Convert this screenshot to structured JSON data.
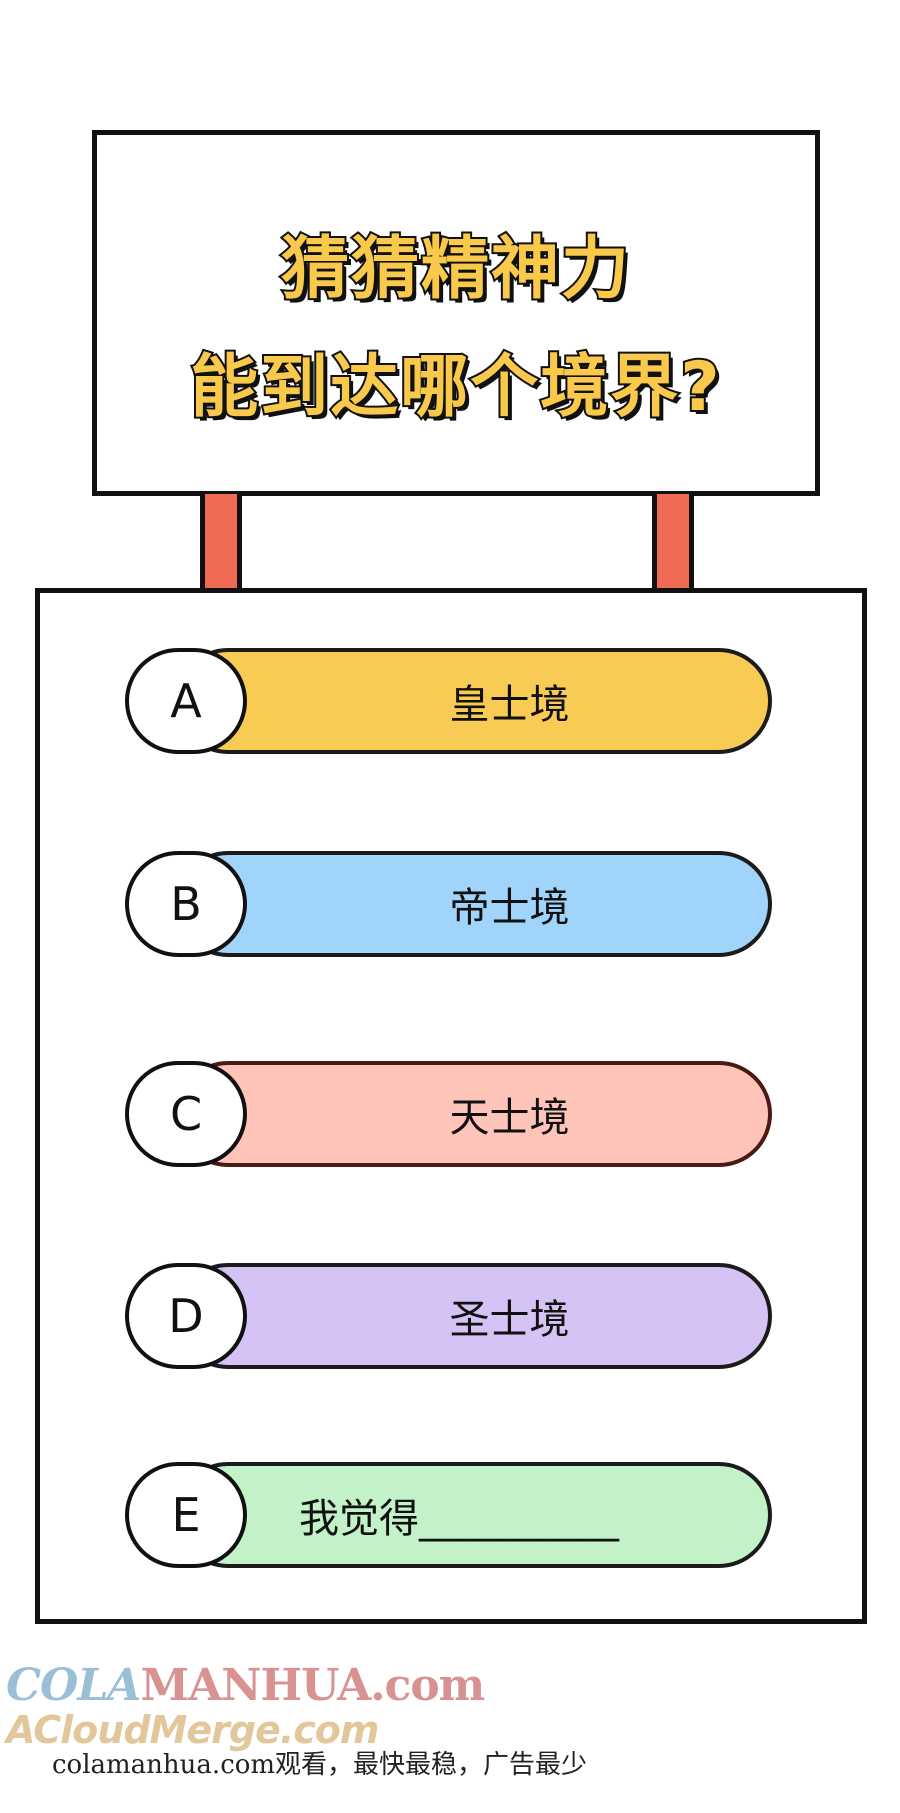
{
  "sign": {
    "line1": "猜猜精神力",
    "line2": "能到达哪个境界?"
  },
  "options": [
    {
      "letter": "A",
      "text": "皇士境"
    },
    {
      "letter": "B",
      "text": "帝士境"
    },
    {
      "letter": "C",
      "text": "天士境"
    },
    {
      "letter": "D",
      "text": "圣士境"
    },
    {
      "letter": "E",
      "text": "我觉得__________"
    }
  ],
  "colors": {
    "title_fill": "#f9c94c",
    "post": "#f06b56",
    "option_a": "#f8cb55",
    "option_b": "#a0d4fb",
    "option_c": "#fec4ba",
    "option_d": "#d4c3f4",
    "option_e": "#c3f2c9"
  },
  "watermark": {
    "brand_part1": "COLA",
    "brand_part2": "MANHUA.com",
    "secondary": "ACloudMerge.com",
    "footer": "colamanhua.com观看，最快最稳，广告最少"
  }
}
